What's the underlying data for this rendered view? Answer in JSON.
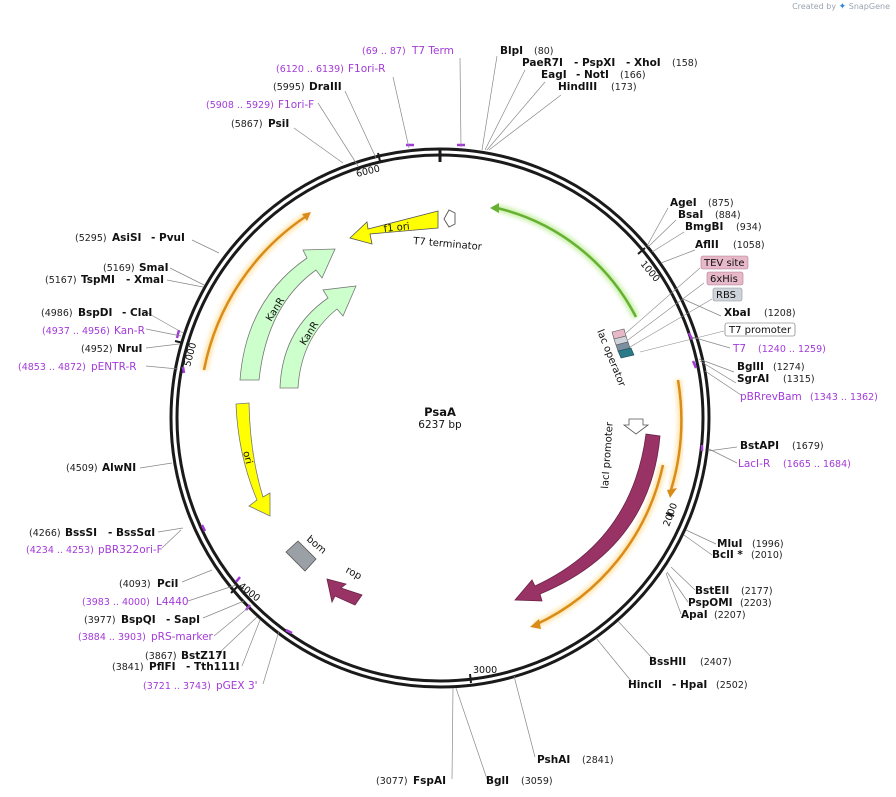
{
  "credit": {
    "prefix": "Created by",
    "brand": "SnapGene"
  },
  "plasmid": {
    "name": "PsaA",
    "size_label": "6237 bp"
  },
  "ticks": [
    "1000",
    "2000",
    "3000",
    "4000",
    "5000",
    "6000"
  ],
  "features": {
    "t7_terminator": "T7 terminator",
    "f1_ori": "f1 ori",
    "kanr_outer": "KanR",
    "kanr_inner": "KanR",
    "ori": "ori",
    "bom": "bom",
    "rop": "rop",
    "laci": "lacI",
    "laci_promoter": "lacI promoter",
    "lac_operator": "lac operator"
  },
  "boxed_features": {
    "tev": "TEV site",
    "his": "6xHis",
    "rbs": "RBS",
    "t7_promoter": "T7 promoter"
  },
  "primers": {
    "t7_term": {
      "range": "(69 .. 87)",
      "name": "T7 Term"
    },
    "f1ori_r": {
      "range": "(6120 .. 6139)",
      "name": "F1ori-R"
    },
    "f1ori_f": {
      "range": "(5908 .. 5929)",
      "name": "F1ori-F"
    },
    "kan_r": {
      "range": "(4937 .. 4956)",
      "name": "Kan-R"
    },
    "pentr_r": {
      "range": "(4853 .. 4872)",
      "name": "pENTR-R"
    },
    "pbr322ori_f": {
      "range": "(4234 .. 4253)",
      "name": "pBR322ori-F"
    },
    "l4440": {
      "range": "(3983 .. 4000)",
      "name": "L4440"
    },
    "prs_marker": {
      "range": "(3884 .. 3903)",
      "name": "pRS-marker"
    },
    "pgex3": {
      "range": "(3721 .. 3743)",
      "name": "pGEX 3'"
    },
    "t7": {
      "name": "T7",
      "range": "(1240 .. 1259)"
    },
    "pbrrevbam": {
      "name": "pBRrevBam",
      "range": "(1343 .. 1362)"
    },
    "laci_r": {
      "name": "LacI-R",
      "range": "(1665 .. 1684)"
    }
  },
  "sites": {
    "blpi": {
      "name": "BlpI",
      "pos": "(80)"
    },
    "paer7i": {
      "name": "PaeR7I",
      "sep1": "- PspXI",
      "sep2": "- XhoI",
      "pos": "(158)"
    },
    "eagi": {
      "name": "EagI",
      "sep": "- NotI",
      "pos": "(166)"
    },
    "hindiii": {
      "name": "HindIII",
      "pos": "(173)"
    },
    "drai": {
      "name": "DraIII",
      "pos": "(5995)"
    },
    "psii": {
      "name": "PsiI",
      "pos": "(5867)"
    },
    "asisi": {
      "pos": "(5295)",
      "name": "AsiSI",
      "sep": "- PvuI"
    },
    "smai": {
      "pos": "(5169)",
      "name": "SmaI"
    },
    "tspmi": {
      "pos": "(5167)",
      "name": "TspMI",
      "sep": "- XmaI"
    },
    "bspdi": {
      "pos": "(4986)",
      "name": "BspDI",
      "sep": "- ClaI"
    },
    "srui": {
      "pos": "(4952)",
      "name": "NruI"
    },
    "alwni": {
      "pos": "(4509)",
      "name": "AlwNI"
    },
    "bsssi": {
      "pos": "(4266)",
      "name": "BssSI",
      "sep": "- BssSαI"
    },
    "pcii": {
      "pos": "(4093)",
      "name": "PciI"
    },
    "bspqi": {
      "pos": "(3977)",
      "name": "BspQI",
      "sep": "- SapI"
    },
    "bstz17i": {
      "pos": "(3867)",
      "name": "BstZ17I"
    },
    "pflfi": {
      "pos": "(3841)",
      "name": "PflFI",
      "sep": "- Tth111I"
    },
    "fspai": {
      "pos": "(3077)",
      "name": "FspAI"
    },
    "bgli": {
      "name": "BglI",
      "pos": "(3059)"
    },
    "pshai": {
      "name": "PshAI",
      "pos": "(2841)"
    },
    "hincii": {
      "name": "HincII",
      "sep": "- HpaI",
      "pos": "(2502)"
    },
    "bsshii": {
      "name": "BssHII",
      "pos": "(2407)"
    },
    "apai": {
      "name": "ApaI",
      "pos": "(2207)"
    },
    "pspomi": {
      "name": "PspOMI",
      "pos": "(2203)"
    },
    "bsteii": {
      "name": "BstEII",
      "pos": "(2177)"
    },
    "bcli": {
      "name": "BclI *",
      "pos": "(2010)"
    },
    "mlui": {
      "name": "MluI",
      "pos": "(1996)"
    },
    "bstapi": {
      "name": "BstAPI",
      "pos": "(1679)"
    },
    "sgrai": {
      "name": "SgrAI",
      "pos": "(1315)"
    },
    "bglii": {
      "name": "BglII",
      "pos": "(1274)"
    },
    "xbai": {
      "name": "XbaI",
      "pos": "(1208)"
    },
    "aflii": {
      "name": "AflII",
      "pos": "(1058)"
    },
    "bmgbi": {
      "name": "BmgBI",
      "pos": "(934)"
    },
    "bsai": {
      "name": "BsaI",
      "pos": "(884)"
    },
    "agei": {
      "name": "AgeI",
      "pos": "(875)"
    }
  },
  "colors": {
    "backbone": "#1a1a1a",
    "f1_ori": "#ffff00",
    "kanr": "#ccffcc",
    "ori": "#ffff00",
    "laci": "#993366",
    "rop": "#993366",
    "bom": "#9aa0a6",
    "cds_green": "#66b032",
    "orf_orange": "#e8a33c",
    "primer": "#a33ad8",
    "tev_fill": "#e6b8c8",
    "his_fill": "#e6b8c8",
    "rbs_fill": "#cfd4da"
  }
}
